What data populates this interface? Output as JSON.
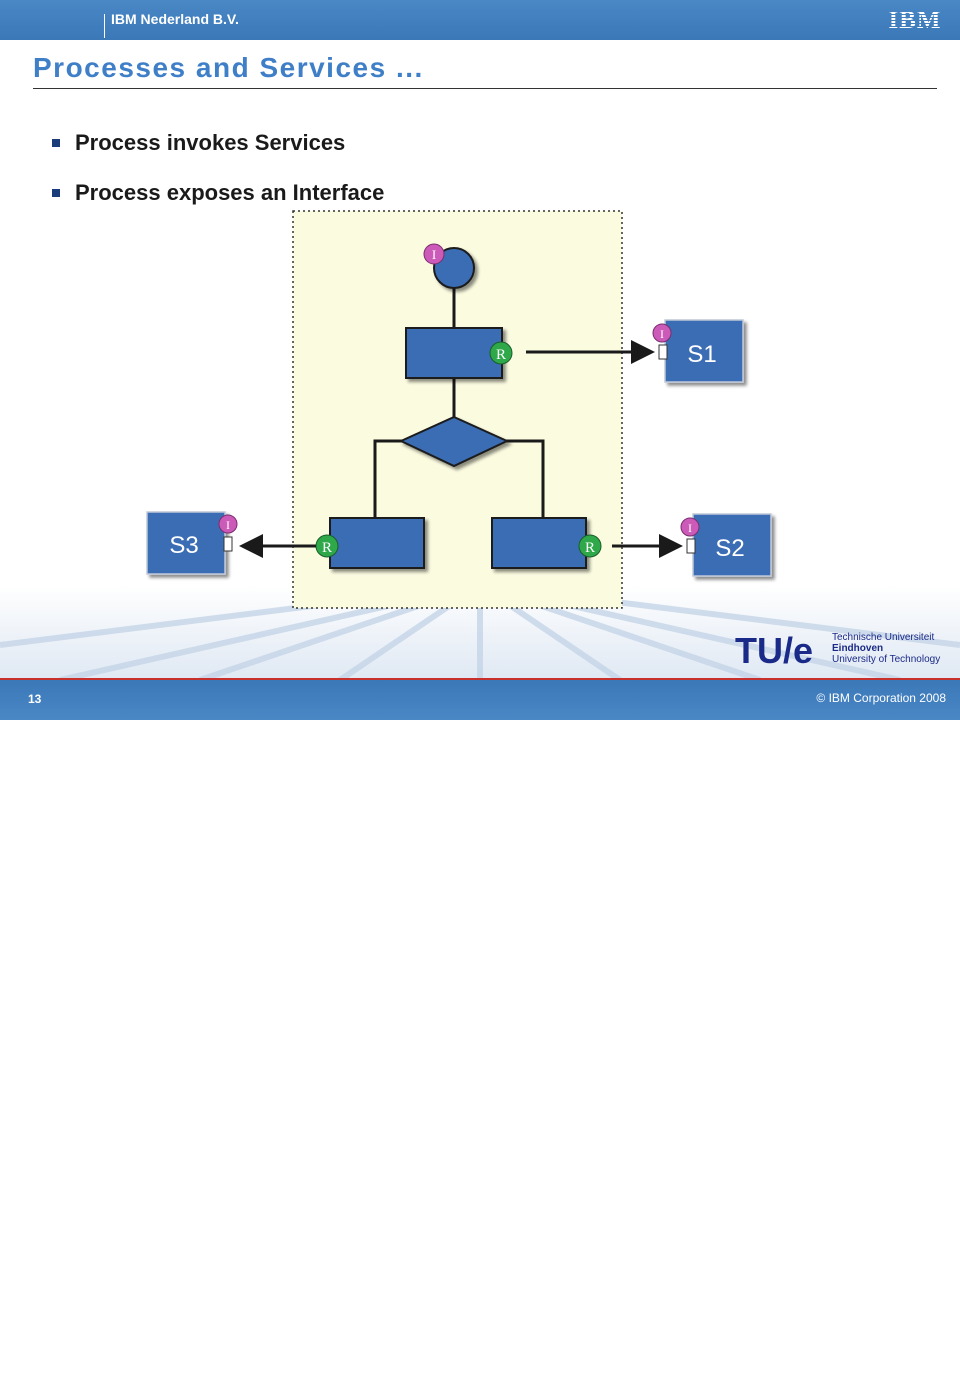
{
  "header": {
    "company": "IBM Nederland B.V.",
    "logo_text": "IBM"
  },
  "slide": {
    "title": "Processes and Services ...",
    "bullets": [
      {
        "text": "Process invokes Services"
      },
      {
        "text": "Process exposes an Interface"
      }
    ]
  },
  "diagram": {
    "process_interface": "I",
    "invoke_marker": "R",
    "services": [
      {
        "name": "S1",
        "interface": "I"
      },
      {
        "name": "S2",
        "interface": "I"
      },
      {
        "name": "S3",
        "interface": "I"
      }
    ]
  },
  "branding": {
    "tue_mark": "TU/e",
    "tue_lines": [
      "Technische Universiteit",
      "Eindhoven",
      "University of Technology"
    ]
  },
  "footer": {
    "page_number": "13",
    "copyright": "© IBM Corporation 2008"
  },
  "colors": {
    "bar_blue": "#3b78b8",
    "title_blue": "#3f7fc8",
    "node_blue": "#3b6db5",
    "r_green": "#2fa84a",
    "i_pink": "#cc5ab8",
    "process_bg": "#fbfbe0",
    "footer_red": "#c8302b"
  }
}
